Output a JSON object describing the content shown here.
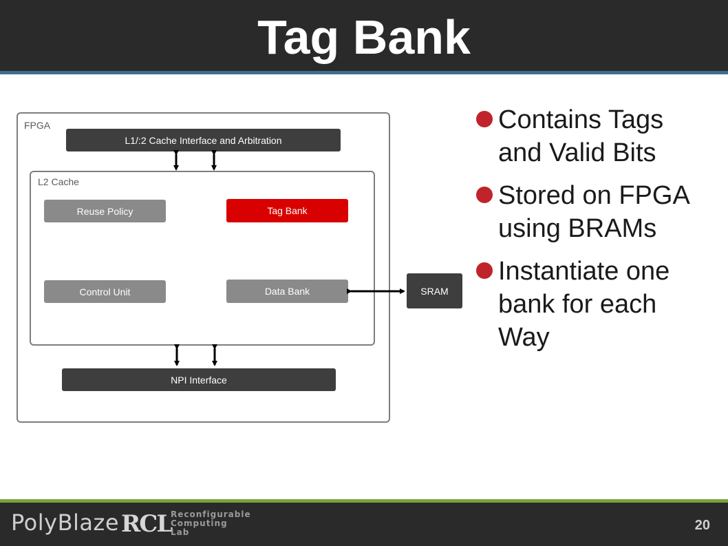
{
  "slide": {
    "title": "Tag Bank",
    "page_number": "20"
  },
  "diagram": {
    "fpga_label": "FPGA",
    "l2_cache_label": "L2 Cache",
    "blocks": {
      "l1_interface": "L1/:2 Cache Interface and Arbitration",
      "reuse_policy": "Reuse Policy",
      "tag_bank": "Tag Bank",
      "control_unit": "Control Unit",
      "data_bank": "Data Bank",
      "sram": "SRAM",
      "npi_interface": "NPI Interface"
    }
  },
  "bullets": [
    "Contains Tags and Valid Bits",
    "Stored on FPGA using BRAMs",
    "Instantiate one bank for each Way"
  ],
  "footer": {
    "logo_polyblaze": "PolyBlaze",
    "logo_rcl_mark": "RCL",
    "logo_rcl_text": "Reconfigurable\nComputing\nLab"
  },
  "colors": {
    "header_bg": "#2a2a2a",
    "header_stripe": "#3f6f8f",
    "footer_stripe": "#7aa33a",
    "bullet_dot": "#c0232a",
    "highlight_block": "#d90000",
    "dark_block": "#3e3e3e",
    "gray_block": "#8a8a8a"
  }
}
